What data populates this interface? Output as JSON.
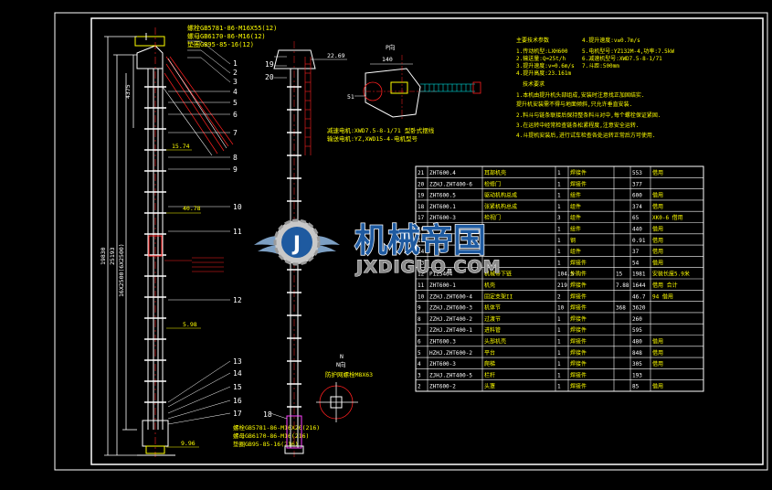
{
  "drawing": {
    "labels_top_left": [
      "螺栓GB5781-86-M16X55(12)",
      "螺母GB6170-86-M16(12)",
      "垫圈GB95-85-16(12)"
    ],
    "labels_bottom_left": [
      "螺栓GB5781-86-M16X20(216)",
      "螺母GB6170-86-M16(216)",
      "垫圈GB95-85-16(216)"
    ],
    "callouts_left": [
      "1",
      "2",
      "3",
      "4",
      "5",
      "6",
      "7",
      "8",
      "9",
      "10",
      "11",
      "12",
      "13",
      "14",
      "15",
      "16",
      "17"
    ],
    "callouts_mid": [
      "19",
      "20",
      "18"
    ],
    "dims": {
      "d1": "4375",
      "d2": "15.74",
      "d3": "40.78",
      "d4": "5.98",
      "d5": "9.96",
      "d6": "19830",
      "d7": "25193",
      "d8": "16X2500(6X2500)",
      "d9": "22.69",
      "d10": "140",
      "d11": "51"
    },
    "view_labels": {
      "p": "P",
      "p_dir": "P向",
      "n": "N",
      "n_view": "N向"
    },
    "mid_notes": [
      "减速电机:XWD7.5-8-1/71 型卧式摆线",
      "输送电机:YZ,XWD15-4-电机型号"
    ],
    "detail_note": "防护网螺栓M8X63",
    "tech_params": {
      "heading": "主要技术参数",
      "left": [
        "1.传动机型:LXH600",
        "2.输送量:Q=25t/h",
        "3.提升速度:v=0.6m/s",
        "4.提升高度:23.161m"
      ],
      "right": [
        "4.提升速度:v≥0.7m/s",
        "5.电机型号:YZ132M-4,功率:7.5kW",
        "6.减速机型号:XWD7.5-8-1/71",
        "7.斗距:500mm"
      ]
    },
    "tech_req": {
      "heading": "技术要求",
      "items": [
        "1.本机由提升机头部组成,安装时注意找正加固结实.",
        "  提升机安装需不得与地面倾斜,只允许垂直安装.",
        "2.料斗与链条联接后保持整条料斗对中,每个螺栓保证紧固.",
        "3.在运转中经常检查链条松紧程度,注意安全运转.",
        "4.斗提机安装后,进行试车检查各处运转正常后方可使用."
      ]
    },
    "table_rows": [
      [
        "21",
        "ZHT600.4",
        "耳部机壳",
        "1",
        "焊接件",
        "",
        "553",
        "借用"
      ],
      [
        "20",
        "ZZHJ.ZHT400-6",
        "检修门",
        "1",
        "焊接件",
        "",
        "377",
        ""
      ],
      [
        "19",
        "ZHT600.5",
        "驱动机构总成",
        "1",
        "组件",
        "",
        "600",
        "借用"
      ],
      [
        "18",
        "ZHT600.1",
        "张紧机构总成",
        "1",
        "组件",
        "",
        "374",
        "借用"
      ],
      [
        "17",
        "ZHT600-3",
        "检视门",
        "3",
        "组件",
        "",
        "65",
        "XK0-6 借用"
      ],
      [
        "16",
        "",
        "",
        "1",
        "组件",
        "",
        "440",
        "借用"
      ],
      [
        "15",
        "",
        "",
        "1",
        "钢",
        "",
        "0.91",
        "借用"
      ],
      [
        "14",
        "",
        "",
        "1",
        "组件",
        "",
        "37",
        "借用"
      ],
      [
        "13",
        "",
        "",
        "1",
        "焊接件",
        "",
        "54",
        "借用"
      ],
      [
        "12",
        "P125464",
        "机械帝下链",
        "104.5",
        "外购件",
        "15",
        "1981",
        "安装长度5.9米"
      ],
      [
        "11",
        "ZHT600-1",
        "机壳",
        "219",
        "焊接件",
        "7.88",
        "1644",
        "借用 合计"
      ],
      [
        "10",
        "ZZHJ.ZHT600-4",
        "固定支架II",
        "2",
        "焊接件",
        "",
        "46.7",
        "94 借用"
      ],
      [
        "9",
        "ZZHJ.ZHT600-3",
        "机体节",
        "10",
        "焊接件",
        "368",
        "3620",
        ""
      ],
      [
        "8",
        "ZZHJ.ZHT400-2",
        "过渡节",
        "1",
        "焊接件",
        "",
        "260",
        ""
      ],
      [
        "7",
        "ZZHJ.ZHT400-1",
        "进料管",
        "1",
        "焊接件",
        "",
        "595",
        ""
      ],
      [
        "6",
        "ZHT600.3",
        "头部机壳",
        "1",
        "焊接件",
        "",
        "480",
        "借用"
      ],
      [
        "5",
        "HZHJ.ZHT600-2",
        "平台",
        "1",
        "焊接件",
        "",
        "848",
        "借用"
      ],
      [
        "4",
        "ZHT600-3",
        "爬梯",
        "1",
        "焊接件",
        "",
        "305",
        "借用"
      ],
      [
        "3",
        "ZJHJ.ZHT400-5",
        "栏杆",
        "1",
        "焊接件",
        "",
        "193",
        ""
      ],
      [
        "2",
        "ZHT600-2",
        "头罩",
        "1",
        "焊接件",
        "",
        "85",
        "借用"
      ]
    ],
    "watermark": {
      "cn": "机械帝国",
      "en": "JXDIGUO.COM"
    }
  },
  "colors": {
    "background": "#000000",
    "frame": "#ffffff",
    "red": "#ff2020",
    "yellow": "#ffff00",
    "cyan": "#00ffff",
    "green": "#00ff00",
    "magenta": "#ff40ff",
    "watermark_blue": "#1e5aa0",
    "watermark_gray": "#8a8a8a"
  }
}
